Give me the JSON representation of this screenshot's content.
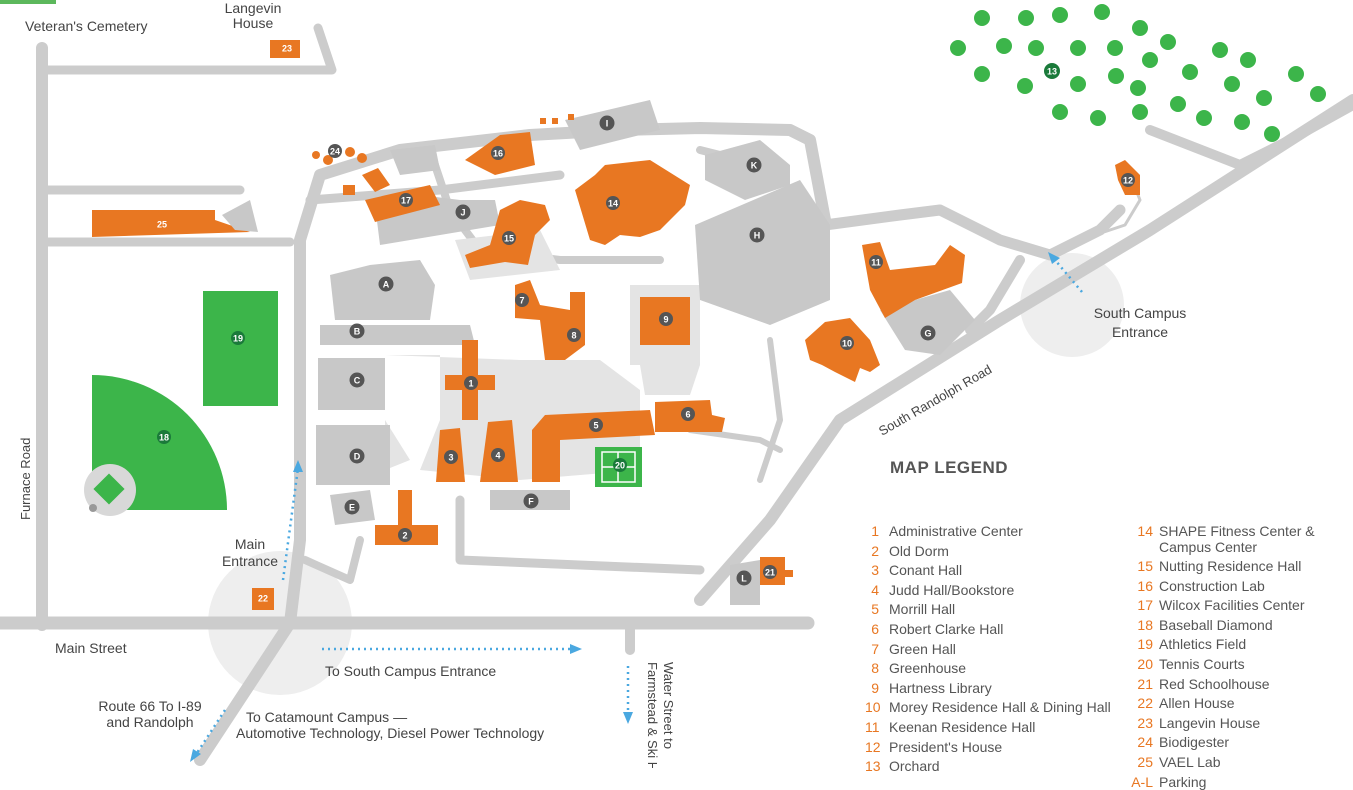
{
  "colors": {
    "road": "#cccccc",
    "building": "#e87722",
    "parking": "#c8c8c8",
    "field": "#3cb54a",
    "pin": "#555555",
    "path": "#e6e6e6",
    "arrow": "#4aa8e0",
    "text": "#444444"
  },
  "labels": {
    "veterans_cemetery": "Veteran's Cemetery",
    "langevin_house_line1": "Langevin",
    "langevin_house_line2": "House",
    "furnace_road": "Furnace Road",
    "main_entrance_line1": "Main",
    "main_entrance_line2": "Entrance",
    "main_street": "Main Street",
    "to_south_campus": "To South Campus Entrance",
    "route66_line1": "Route 66 To I-89",
    "route66_line2": "and Randolph",
    "catamount_line1": "To Catamount Campus —",
    "catamount_line2": "Automotive Technology, Diesel Power Technology",
    "water_street_line1": "Water Street to",
    "water_street_line2": "Farmstead & Ski Hill",
    "south_campus_entrance_line1": "South Campus",
    "south_campus_entrance_line2": "Entrance",
    "south_randolph_road": "South Randolph Road"
  },
  "building_numbers": [
    "1",
    "2",
    "3",
    "4",
    "5",
    "6",
    "7",
    "8",
    "9",
    "10",
    "11",
    "12",
    "13",
    "14",
    "15",
    "16",
    "17",
    "18",
    "19",
    "20",
    "21",
    "22",
    "23",
    "24",
    "25"
  ],
  "parking_letters": [
    "A",
    "B",
    "C",
    "D",
    "E",
    "F",
    "G",
    "H",
    "I",
    "J",
    "K",
    "L"
  ],
  "legend": {
    "title": "MAP LEGEND",
    "left": [
      {
        "num": "1",
        "name": "Administrative Center"
      },
      {
        "num": "2",
        "name": "Old Dorm"
      },
      {
        "num": "3",
        "name": "Conant Hall"
      },
      {
        "num": "4",
        "name": "Judd Hall/Bookstore"
      },
      {
        "num": "5",
        "name": "Morrill Hall"
      },
      {
        "num": "6",
        "name": "Robert Clarke Hall"
      },
      {
        "num": "7",
        "name": "Green Hall"
      },
      {
        "num": "8",
        "name": "Greenhouse"
      },
      {
        "num": "9",
        "name": "Hartness Library"
      },
      {
        "num": "10",
        "name": "Morey Residence Hall & Dining Hall"
      },
      {
        "num": "11",
        "name": "Keenan Residence Hall"
      },
      {
        "num": "12",
        "name": "President's House"
      },
      {
        "num": "13",
        "name": "Orchard"
      }
    ],
    "right": [
      {
        "num": "14",
        "name": "SHAPE Fitness Center &",
        "name2": "Campus Center"
      },
      {
        "num": "15",
        "name": "Nutting Residence Hall"
      },
      {
        "num": "16",
        "name": "Construction Lab"
      },
      {
        "num": "17",
        "name": "Wilcox Facilities Center"
      },
      {
        "num": "18",
        "name": "Baseball Diamond"
      },
      {
        "num": "19",
        "name": "Athletics Field"
      },
      {
        "num": "20",
        "name": "Tennis Courts"
      },
      {
        "num": "21",
        "name": "Red Schoolhouse"
      },
      {
        "num": "22",
        "name": "Allen House"
      },
      {
        "num": "23",
        "name": "Langevin House"
      },
      {
        "num": "24",
        "name": "Biodigester"
      },
      {
        "num": "25",
        "name": "VAEL Lab"
      },
      {
        "num": "A-L",
        "name": "Parking"
      }
    ]
  }
}
